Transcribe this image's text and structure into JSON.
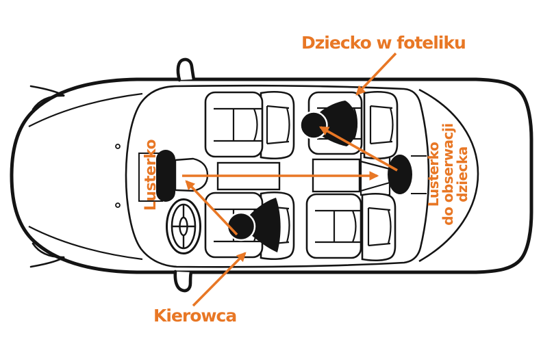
{
  "diagram": {
    "type": "car-top-view-instruction",
    "labels": {
      "child_in_seat": "Dziecko w foteliku",
      "driver": "Kierowca",
      "rearview_mirror": "Lusterko",
      "child_mirror_line1": "Lusterko",
      "child_mirror_line2": "do obserwacji",
      "child_mirror_line3": "dziecka"
    },
    "arrows": [
      {
        "name": "label-to-child-seat",
        "from": "Dziecko w foteliku",
        "to": "child seat"
      },
      {
        "name": "driver-to-rearview-mirror",
        "from": "driver head",
        "to": "rearview mirror"
      },
      {
        "name": "mirror-to-child-mirror",
        "from": "rearview mirror",
        "to": "child observation mirror"
      },
      {
        "name": "child-mirror-to-child",
        "from": "child observation mirror",
        "to": "child head"
      },
      {
        "name": "label-to-driver",
        "from": "Kierowca",
        "to": "driver seat"
      }
    ],
    "colors": {
      "accent_orange": "#E87725",
      "outline_black": "#141414",
      "background": "#FFFFFF"
    }
  }
}
